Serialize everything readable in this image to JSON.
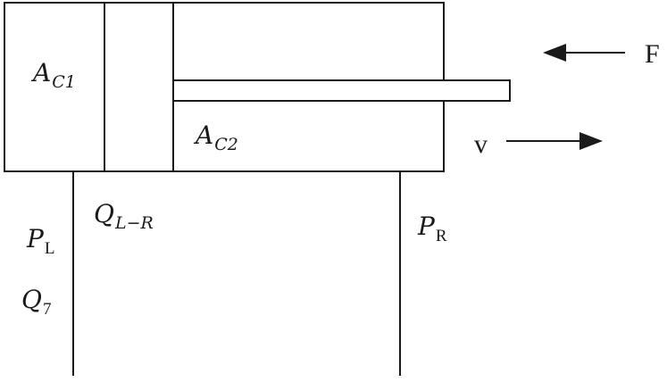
{
  "labels": {
    "area_left": {
      "base": "A",
      "sub": "C1"
    },
    "area_right": {
      "base": "A",
      "sub": "C2"
    },
    "force": "F",
    "velocity": "v",
    "pressure_left": {
      "base": "P",
      "sub": "L"
    },
    "pressure_right": {
      "base": "P",
      "sub": "R"
    },
    "leakage_flow": {
      "base": "Q",
      "sub": "L−R"
    },
    "flow_in": {
      "base": "Q",
      "sub": "7"
    }
  },
  "colors": {
    "stroke": "#1a1a1a",
    "background": "#ffffff"
  }
}
